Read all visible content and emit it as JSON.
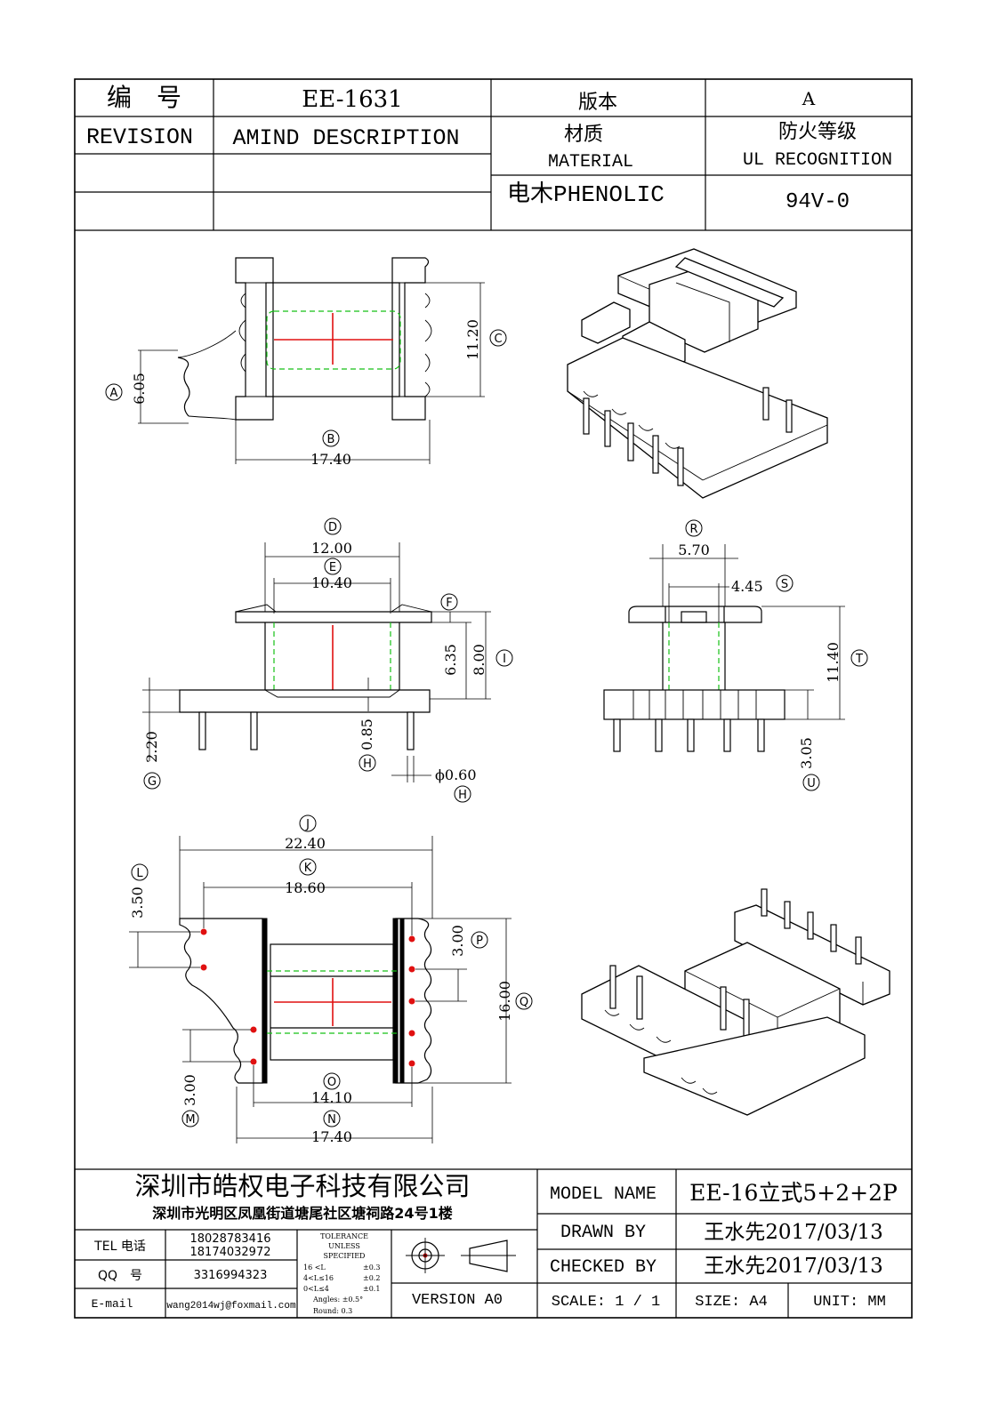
{
  "title_block": {
    "code_label": "编　号",
    "code_value": "EE-1631",
    "version_label": "版本",
    "version_value": "A",
    "revision_label": "REVISION",
    "amind_label": "AMIND DESCRIPTION",
    "material_label_cn": "材质",
    "material_label_en": "MATERIAL",
    "fire_label_cn": "防火等级",
    "fire_label_en": "UL RECOGNITION",
    "material_value": "电木PHENOLIC",
    "fire_value": "94V-0"
  },
  "dimensions": {
    "top": {
      "A": "6.05",
      "B": "17.40",
      "C": "11.20"
    },
    "front": {
      "D": "12.00",
      "E": "10.40",
      "F": "6.35",
      "I": "8.00",
      "G": "2.20",
      "H": "0.85",
      "pin": "ϕ0.60"
    },
    "side": {
      "R": "5.70",
      "S": "4.45",
      "T": "11.40",
      "U": "3.05"
    },
    "bottom": {
      "J": "22.40",
      "K": "18.60",
      "L": "3.50",
      "P": "3.00",
      "Q": "16.00",
      "O": "14.10",
      "N": "17.40",
      "M": "3.00"
    }
  },
  "letters": [
    "A",
    "B",
    "C",
    "D",
    "E",
    "F",
    "I",
    "G",
    "H",
    "R",
    "S",
    "T",
    "U",
    "J",
    "K",
    "L",
    "P",
    "Q",
    "O",
    "N",
    "M"
  ],
  "footer": {
    "company": "深圳市皓权电子科技有限公司",
    "address": "深圳市光明区凤凰街道塘尾社区塘祠路24号1楼",
    "tel_label": "TEL 电话",
    "tel_1": "18028783416",
    "tel_2": "18174032972",
    "qq_label": "QQ　号",
    "qq_value": "3316994323",
    "email_label": "E-mail",
    "email_value": "wang2014wj@foxmail.com",
    "tolerance": [
      "TOLERANCE",
      "UNLESS",
      "SPECIFIED"
    ],
    "tol_rows": [
      [
        "16 <L",
        "±0.3"
      ],
      [
        "4<L≤16",
        "±0.2"
      ],
      [
        "0<L≤4",
        "±0.1"
      ]
    ],
    "tol_angles": "Angles: ±0.5°",
    "tol_round": "Round: 0.3",
    "version": "VERSION A0",
    "model_label": "MODEL NAME",
    "model_value": "EE-16立式5+2+2P",
    "drawn_label": "DRAWN BY",
    "drawn_value": "王水先2017/03/13",
    "checked_label": "CHECKED BY",
    "checked_value": "王水先2017/03/13",
    "scale_label": "SCALE: 1 / 1",
    "size_label": "SIZE: A4",
    "unit_label": "UNIT: MM"
  }
}
